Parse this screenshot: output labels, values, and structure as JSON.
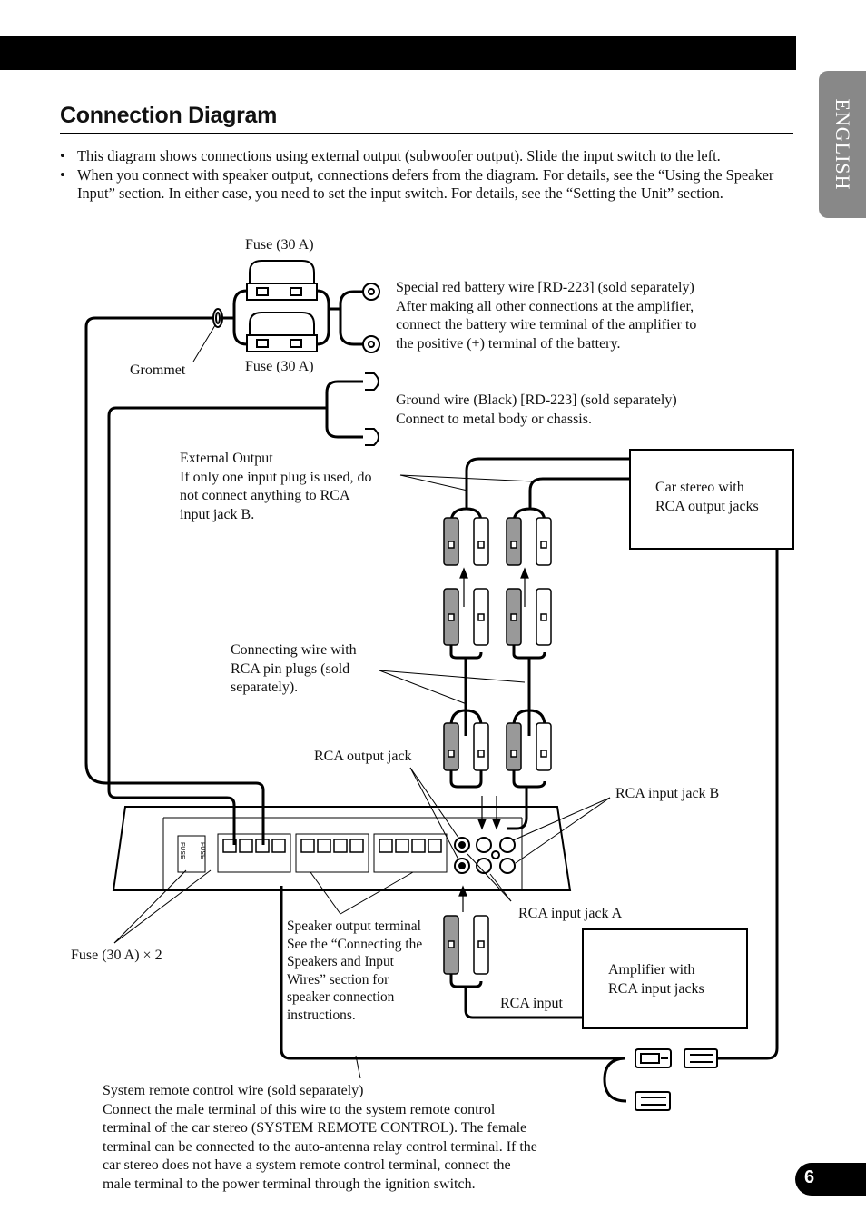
{
  "language_tab": "ENGLISH",
  "section_title": "Connection Diagram",
  "bullets": [
    "This diagram shows connections using external output (subwoofer output). Slide the input switch to the left.",
    "When you connect with speaker output, connections defers from the diagram. For details, see the “Using the Speaker Input” section. In either case, you need to set the input switch. For details, see the “Setting the Unit” section."
  ],
  "bullet_symbol": "•",
  "labels": {
    "fuse_top": "Fuse (30 A)",
    "fuse_bottom": "Fuse (30 A)",
    "grommet": "Grommet",
    "battery_wire": [
      "Special red battery wire [RD-223] (sold separately)",
      "After making all other connections at the amplifier,",
      "connect the battery wire terminal of the amplifier to",
      "the positive (+) terminal of the battery."
    ],
    "ground_wire": [
      "Ground wire (Black) [RD-223] (sold separately)",
      "Connect to metal body or chassis."
    ],
    "external_output": [
      "External Output",
      "If only one input plug is used, do",
      "not connect anything to RCA",
      "input jack B."
    ],
    "car_stereo": [
      "Car stereo with",
      "RCA output jacks"
    ],
    "connecting_wire": [
      "Connecting wire with",
      "RCA pin plugs (sold",
      "separately)."
    ],
    "rca_output_jack": "RCA output jack",
    "rca_input_jack_b": "RCA input jack B",
    "rca_input_jack_a": "RCA input jack A",
    "fuse_x2": "Fuse (30 A) × 2",
    "speaker_output": [
      "Speaker output terminal",
      "See the “Connecting the",
      "Speakers and Input",
      "Wires” section for",
      "speaker connection",
      "instructions."
    ],
    "amplifier": [
      "Amplifier with",
      "RCA input jacks"
    ],
    "rca_input": "RCA input",
    "remote_wire": [
      "System remote control wire (sold separately)",
      "Connect the male terminal of this wire to the system remote control",
      "terminal of the car stereo (SYSTEM REMOTE CONTROL). The female",
      "terminal can be connected to the auto-antenna relay control terminal. If the",
      "car stereo does not have a system remote control terminal, connect the",
      "male terminal to the power terminal through the ignition switch."
    ],
    "fuse_mark": "FUSE"
  },
  "page_number": "6"
}
